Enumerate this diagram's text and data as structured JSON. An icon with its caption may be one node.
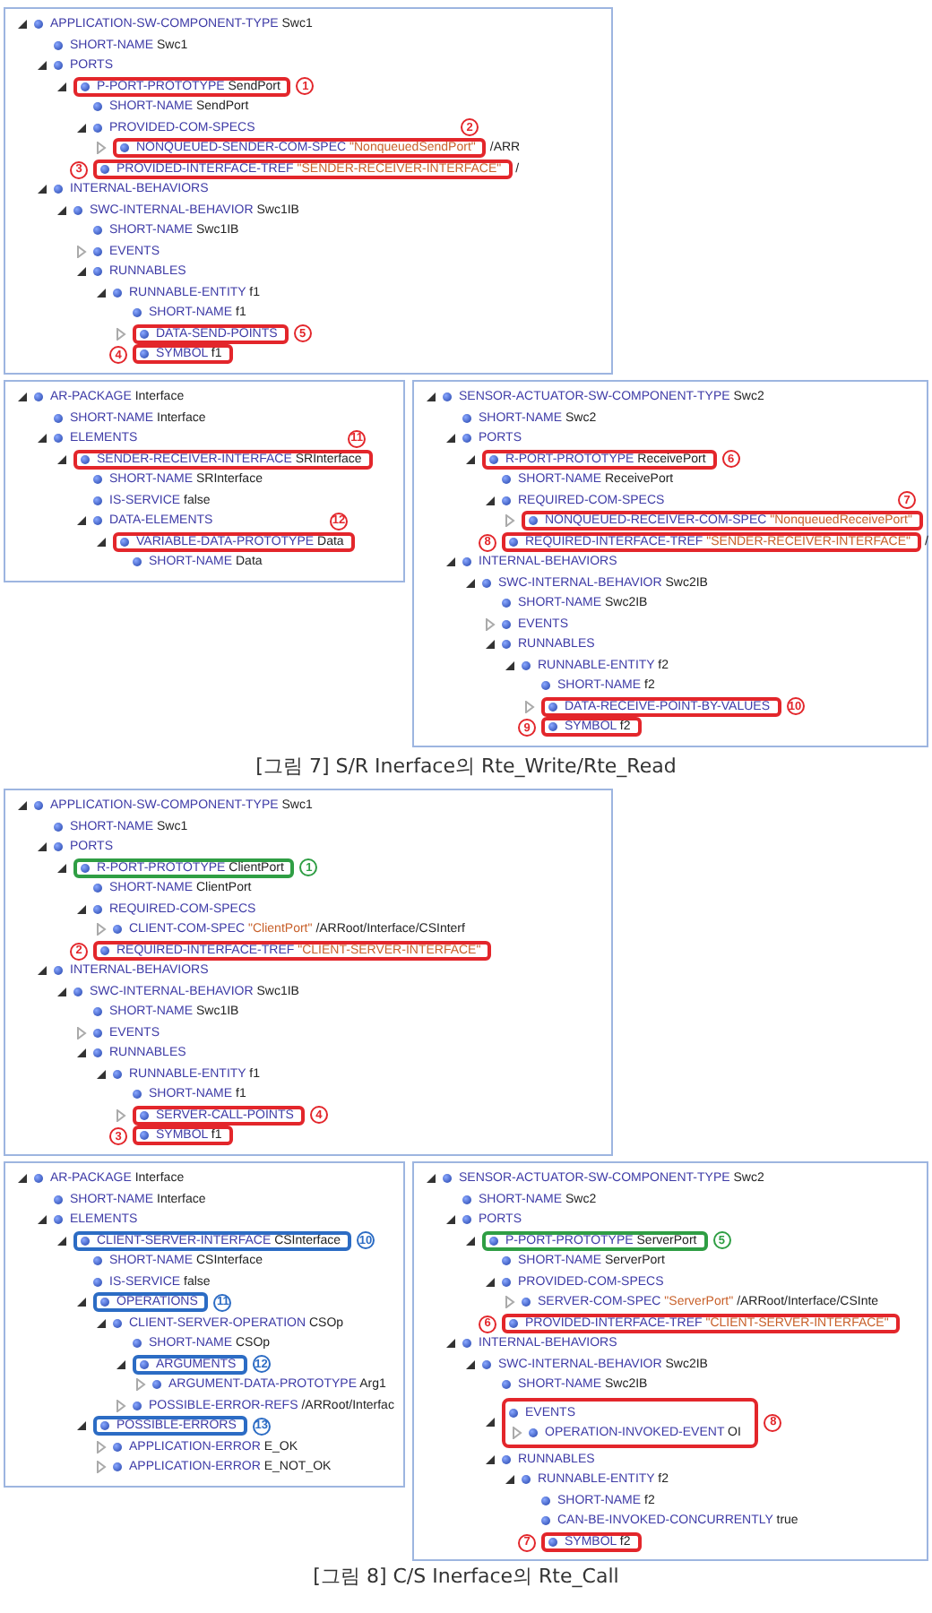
{
  "diagram": {
    "nodes": [
      {
        "text": [
          "APPLICATION-SW-COMPONENT-TYPE Swc1",
          "SHORT-NAME Swc1",
          "PORTS",
          "SHORT-NAME SendPort",
          "PROVIDED-COM-SPECS",
          "INTERNAL-BEHAVIORS",
          "SWC-INTERNAL-BEHAVIOR Swc1IB",
          "SHORT-NAME Swc1IB",
          "EVENTS",
          "RUNNABLES",
          "RUNNABLE-ENTITY f1",
          "SHORT-NAME f1"
        ]
      },
      {
        "text": [
          "P-PORT-PROTOTYPE SendPort"
        ],
        "beside": [
          "1"
        ],
        "in": 0
      },
      {
        "text": [
          "NONQUEUED-SENDER-COM-SPEC \"NonqueuedSendPort\""
        ],
        "beside": [
          "2",
          "/ARR"
        ],
        "in": 0
      },
      {
        "text": [
          "PROVIDED-INTERFACE-TREF \"SENDER-RECEIVER-INTERFACE\""
        ],
        "beside": [
          "3",
          "/"
        ],
        "in": 0
      },
      {
        "text": [
          "DATA-SEND-POINTS"
        ],
        "beside": [
          "5"
        ],
        "in": 0
      },
      {
        "text": [
          "SYMBOL f1"
        ],
        "beside": [
          "4"
        ],
        "in": 0
      },
      {
        "text": [
          "SENSOR-ACTUATOR-SW-COMPONENT-TYPE Swc2",
          "SHORT-NAME Swc2",
          "PORTS",
          "SHORT-NAME ReceivePort",
          "REQUIRED-COM-SPECS",
          "INTERNAL-BEHAVIORS",
          "SWC-INTERNAL-BEHAVIOR Swc2IB",
          "SHORT-NAME Swc2IB",
          "EVENTS",
          "RUNNABLES",
          "RUNNABLE-ENTITY f2",
          "SHORT-NAME f2"
        ]
      },
      {
        "text": [
          "R-PORT-PROTOTYPE ReceivePort"
        ],
        "beside": [
          "6"
        ],
        "in": 6
      },
      {
        "text": [
          "NONQUEUED-RECEIVER-COM-SPEC \"NonqueuedReceivePort\""
        ],
        "beside": [
          "7"
        ],
        "in": 6
      },
      {
        "text": [
          "REQUIRED-INTERFACE-TREF \"SENDER-RECEIVER-INTERFACE\""
        ],
        "beside": [
          "8",
          "/"
        ],
        "in": 6
      },
      {
        "text": [
          "DATA-RECEIVE-POINT-BY-VALUES"
        ],
        "beside": [
          "10"
        ],
        "in": 6
      },
      {
        "text": [
          "SYMBOL f2"
        ],
        "beside": [
          "9"
        ],
        "in": 6
      },
      {
        "text": [
          "AR-PACKAGE Interface",
          "SHORT-NAME Interface",
          "ELEMENTS",
          "SHORT-NAME SRInterface",
          "IS-SERVICE false",
          "DATA-ELEMENTS",
          "SHORT-NAME Data"
        ]
      },
      {
        "text": [
          "SENDER-RECEIVER-INTERFACE SRInterface"
        ],
        "beside": [
          "11"
        ],
        "in": 12
      },
      {
        "text": [
          "VARIABLE-DATA-PROTOTYPE Data"
        ],
        "beside": [
          "12"
        ],
        "in": 12
      },
      {
        "text": [
          "APPLICATION-SW-COMPONENT-TYPE Swc1",
          "SHORT-NAME Swc1",
          "PORTS",
          "SHORT-NAME ClientPort",
          "REQUIRED-COM-SPECS",
          "CLIENT-COM-SPEC \"ClientPort\" /ARRoot/Interface/CSInterf",
          "INTERNAL-BEHAVIORS",
          "SWC-INTERNAL-BEHAVIOR Swc1IB",
          "SHORT-NAME Swc1IB",
          "EVENTS",
          "RUNNABLES",
          "RUNNABLE-ENTITY f1",
          "SHORT-NAME f1"
        ]
      },
      {
        "text": [
          "R-PORT-PROTOTYPE ClientPort"
        ],
        "beside": [
          "1"
        ],
        "in": 15
      },
      {
        "text": [
          "REQUIRED-INTERFACE-TREF \"CLIENT-SERVER-INTERFACE\""
        ],
        "beside": [
          "2"
        ],
        "in": 15
      },
      {
        "text": [
          "SERVER-CALL-POINTS"
        ],
        "beside": [
          "4"
        ],
        "in": 15
      },
      {
        "text": [
          "SYMBOL f1"
        ],
        "beside": [
          "3"
        ],
        "in": 15
      },
      {
        "text": [
          "SENSOR-ACTUATOR-SW-COMPONENT-TYPE Swc2",
          "SHORT-NAME Swc2",
          "PORTS",
          "SHORT-NAME ServerPort",
          "PROVIDED-COM-SPECS",
          "SERVER-COM-SPEC \"ServerPort\" /ARRoot/Interface/CSInte",
          "INTERNAL-BEHAVIORS",
          "SWC-INTERNAL-BEHAVIOR Swc2IB",
          "SHORT-NAME Swc2IB",
          "RUNNABLES",
          "RUNNABLE-ENTITY f2",
          "SHORT-NAME f2",
          "CAN-BE-INVOKED-CONCURRENTLY true"
        ]
      },
      {
        "text": [
          "P-PORT-PROTOTYPE ServerPort"
        ],
        "beside": [
          "5"
        ],
        "in": 20
      },
      {
        "text": [
          "PROVIDED-INTERFACE-TREF \"CLIENT-SERVER-INTERFACE\""
        ],
        "beside": [
          "6"
        ],
        "in": 20
      },
      {
        "text": [
          "EVENTS",
          "OPERATION-INVOKED-EVENT OI"
        ],
        "beside": [
          "8"
        ],
        "in": 20
      },
      {
        "text": [
          "SYMBOL f2"
        ],
        "beside": [
          "7"
        ],
        "in": 20
      },
      {
        "text": [
          "AR-PACKAGE Interface",
          "SHORT-NAME Interface",
          "ELEMENTS",
          "SHORT-NAME CSInterface",
          "IS-SERVICE false",
          "CLIENT-SERVER-OPERATION CSOp",
          "SHORT-NAME CSOp",
          "ARGUMENT-DATA-PROTOTYPE Arg1",
          "POSSIBLE-ERROR-REFS /ARRoot/Interfac",
          "APPLICATION-ERROR E_OK",
          "APPLICATION-ERROR E_NOT_OK"
        ]
      },
      {
        "text": [
          "CLIENT-SERVER-INTERFACE CSInterface"
        ],
        "beside": [
          "10"
        ],
        "in": 25
      },
      {
        "text": [
          "OPERATIONS"
        ],
        "beside": [
          "11"
        ],
        "in": 25
      },
      {
        "text": [
          "ARGUMENTS"
        ],
        "beside": [
          "12"
        ],
        "in": 25
      },
      {
        "text": [
          "POSSIBLE-ERRORS"
        ],
        "beside": [
          "13"
        ],
        "in": 25
      }
    ],
    "labels": [
      "[그림 7] S/R Inerface의 Rte_Write/Rte_Read",
      "[그림 8] C/S Inerface의 Rte_Call"
    ]
  }
}
